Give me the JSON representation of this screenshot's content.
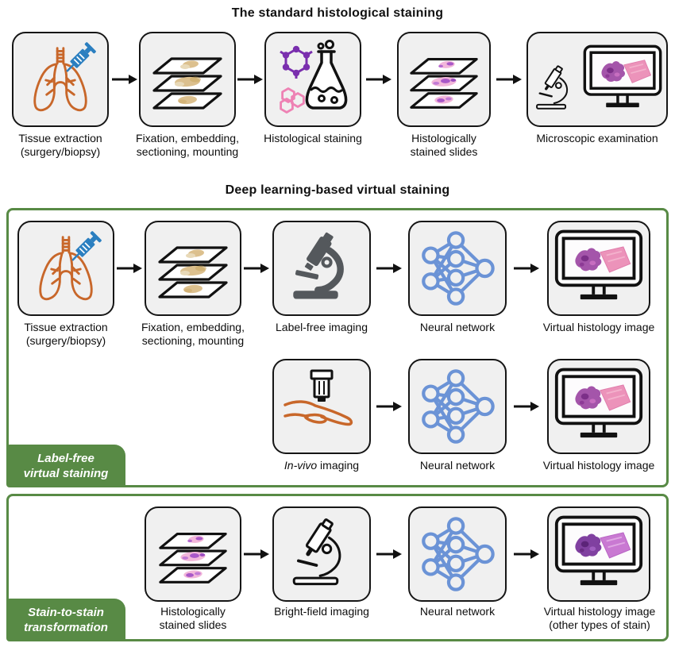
{
  "titles": {
    "standard": "The standard histological staining",
    "virtual": "Deep learning-based virtual staining"
  },
  "colors": {
    "panel_green": "#588a45",
    "box_fill": "#f0f0f0",
    "box_border": "#161616",
    "lung_orange": "#c8672a",
    "syringe_blue": "#2b7fc0",
    "network_blue": "#6b93d6",
    "molecule_purple": "#7a2fae",
    "molecule_pink": "#ee82b4",
    "tissue_tan": "#dcc08e",
    "tissue_pink": "#f2b7da",
    "tissue_purple_spot": "#a958c8",
    "microscope_gray": "#54585c"
  },
  "standard_steps": [
    {
      "icon": "lungs-syringe-icon",
      "line1": "Tissue extraction",
      "line2": "(surgery/biopsy)"
    },
    {
      "icon": "tissue-slides-icon",
      "line1": "Fixation, embedding,",
      "line2": "sectioning, mounting"
    },
    {
      "icon": "staining-flask-icon",
      "line1": "Histological staining"
    },
    {
      "icon": "stained-slides-icon",
      "line1": "Histologically",
      "line2": "stained slides"
    },
    {
      "icon": "microscope-monitor-icon",
      "line1": "Microscopic examination"
    }
  ],
  "label_free": {
    "badge_line1": "Label-free",
    "badge_line2": "virtual staining",
    "row1": [
      {
        "icon": "lungs-syringe-icon",
        "line1": "Tissue extraction",
        "line2": "(surgery/biopsy)"
      },
      {
        "icon": "tissue-slides-icon",
        "line1": "Fixation, embedding,",
        "line2": "sectioning, mounting"
      },
      {
        "icon": "microscope-filled-icon",
        "line1": "Label-free imaging"
      },
      {
        "icon": "neural-network-icon",
        "line1": "Neural network"
      },
      {
        "icon": "monitor-tissue-icon",
        "line1": "Virtual histology image"
      }
    ],
    "row2": [
      {
        "icon": "probe-hand-icon",
        "line1_italic": "In-vivo",
        "line1_rest": " imaging"
      },
      {
        "icon": "neural-network-icon",
        "line1": "Neural network"
      },
      {
        "icon": "monitor-tissue-icon",
        "line1": "Virtual histology image"
      }
    ]
  },
  "stain_to_stain": {
    "badge_line1": "Stain-to-stain",
    "badge_line2": "transformation",
    "row": [
      {
        "icon": "stained-slides-icon",
        "line1": "Histologically",
        "line2": "stained slides"
      },
      {
        "icon": "microscope-outline-icon",
        "line1": "Bright-field imaging"
      },
      {
        "icon": "neural-network-icon",
        "line1": "Neural network"
      },
      {
        "icon": "monitor-tissue-purple-icon",
        "line1": "Virtual histology image",
        "line2": "(other types of stain)"
      }
    ]
  }
}
